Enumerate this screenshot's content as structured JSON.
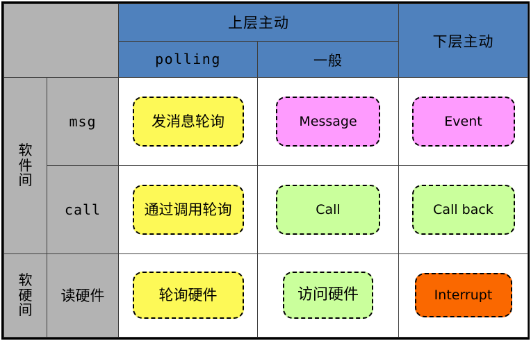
{
  "figure": {
    "kind": "comparison-matrix-table",
    "colors": {
      "header_blue": "#4f81bd",
      "label_gray": "#b3b3b3",
      "chip_yellow": "#fdf957",
      "chip_pink": "#fe9bfe",
      "chip_green": "#caff9c",
      "chip_orange": "#fa6800",
      "border": "#3f3f3f",
      "frame": "#000000",
      "cell_background": "#ffffff"
    }
  },
  "header": {
    "corner_label": "",
    "groups": [
      {
        "label": "上层主动",
        "span": 2
      },
      {
        "label": "下层主动",
        "span": 1
      }
    ],
    "subcolumns": [
      {
        "label": "polling",
        "mono": true
      },
      {
        "label": "一般",
        "mono": false
      }
    ]
  },
  "row_groups": [
    {
      "label": "软件间",
      "rows": [
        {
          "label": "msg",
          "cells": [
            {
              "text": "发消息轮询",
              "color": "yellow",
              "lang": "cn"
            },
            {
              "text": "Message",
              "color": "pink",
              "lang": "en"
            },
            {
              "text": "Event",
              "color": "pink",
              "lang": "en"
            }
          ]
        },
        {
          "label": "call",
          "cells": [
            {
              "text": "通过调用轮询",
              "color": "yellow",
              "lang": "cn"
            },
            {
              "text": "Call",
              "color": "green",
              "lang": "en"
            },
            {
              "text": "Call back",
              "color": "green",
              "lang": "en"
            }
          ]
        }
      ]
    },
    {
      "label": "软硬间",
      "rows": [
        {
          "label": "读硬件",
          "cells": [
            {
              "text": "轮询硬件",
              "color": "yellow",
              "lang": "cn"
            },
            {
              "text": "访问硬件",
              "color": "green",
              "lang": "cn"
            },
            {
              "text": "Interrupt",
              "color": "orange",
              "lang": "en"
            }
          ]
        }
      ]
    }
  ]
}
